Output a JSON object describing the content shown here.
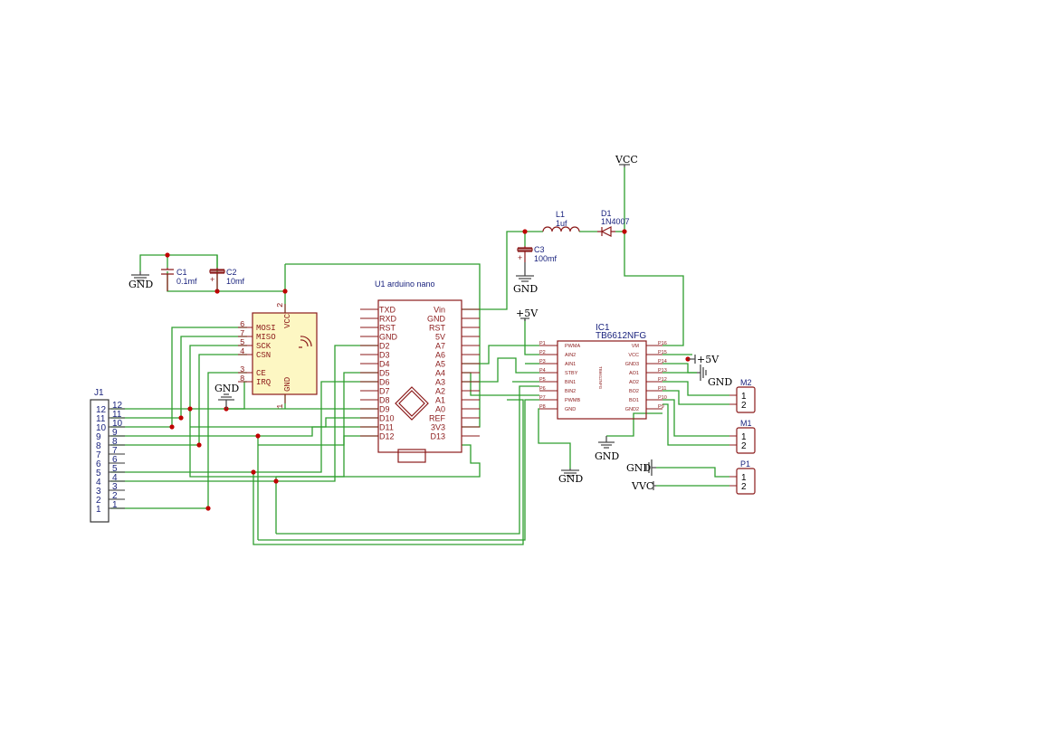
{
  "power": {
    "gnd": "GND",
    "vcc": "VCC",
    "p5v": "+5V",
    "vvc": "VVC"
  },
  "c1": {
    "ref": "C1",
    "value": "0.1mf"
  },
  "c2": {
    "ref": "C2",
    "value": "10mf"
  },
  "c3": {
    "ref": "C3",
    "value": "100mf"
  },
  "l1": {
    "ref": "L1",
    "value": "1uf"
  },
  "d1": {
    "ref": "D1",
    "value": "1N4007"
  },
  "u1": {
    "title": "U1 arduino nano",
    "left_pins": [
      "TXD",
      "RXD",
      "RST",
      "GND",
      "D2",
      "D3",
      "D4",
      "D5",
      "D6",
      "D7",
      "D8",
      "D9",
      "D10",
      "D11",
      "D12"
    ],
    "right_pins": [
      "Vin",
      "GND",
      "RST",
      "5V",
      "A7",
      "A6",
      "A5",
      "A4",
      "A3",
      "A2",
      "A1",
      "A0",
      "REF",
      "3V3",
      "D13"
    ]
  },
  "nrf": {
    "left_pins": [
      {
        "num": "6",
        "name": "MOSI"
      },
      {
        "num": "7",
        "name": "MISO"
      },
      {
        "num": "5",
        "name": "SCK"
      },
      {
        "num": "4",
        "name": "CSN"
      },
      {
        "num": "3",
        "name": "CE"
      },
      {
        "num": "8",
        "name": "IRQ"
      }
    ],
    "vcc": "VCC",
    "gnd": "GND",
    "vcc_num": "2",
    "gnd_num": "1"
  },
  "j1": {
    "ref": "J1",
    "pins": [
      "12",
      "11",
      "10",
      "9",
      "8",
      "7",
      "6",
      "5",
      "4",
      "3",
      "2",
      "1"
    ]
  },
  "ic1": {
    "ref": "IC1",
    "value": "TB6612NFG",
    "inner": "TB6612NFG",
    "left": [
      {
        "pin": "P1",
        "name": "PWMA"
      },
      {
        "pin": "P2",
        "name": "AIN2"
      },
      {
        "pin": "P3",
        "name": "AIN1"
      },
      {
        "pin": "P4",
        "name": "STBY"
      },
      {
        "pin": "P5",
        "name": "BIN1"
      },
      {
        "pin": "P6",
        "name": "BIN2"
      },
      {
        "pin": "P7",
        "name": "PWMB"
      },
      {
        "pin": "P8",
        "name": "GND"
      }
    ],
    "right": [
      {
        "pin": "P16",
        "name": "VM"
      },
      {
        "pin": "P15",
        "name": "VCC"
      },
      {
        "pin": "P14",
        "name": "GND3"
      },
      {
        "pin": "P13",
        "name": "AO1"
      },
      {
        "pin": "P12",
        "name": "AO2"
      },
      {
        "pin": "P11",
        "name": "BO2"
      },
      {
        "pin": "P10",
        "name": "BO1"
      },
      {
        "pin": "P9",
        "name": "GND2"
      }
    ]
  },
  "m2": {
    "ref": "M2",
    "pins": [
      "1",
      "2"
    ]
  },
  "m1": {
    "ref": "M1",
    "pins": [
      "1",
      "2"
    ]
  },
  "p1": {
    "ref": "P1",
    "pins": [
      "1",
      "2"
    ]
  },
  "colors": {
    "wire": "#2e9e2e",
    "symbol": "#8b1a1a",
    "junction": "#c00000",
    "reference": "#1a237e",
    "nrf_fill": "#fdf7c3"
  }
}
